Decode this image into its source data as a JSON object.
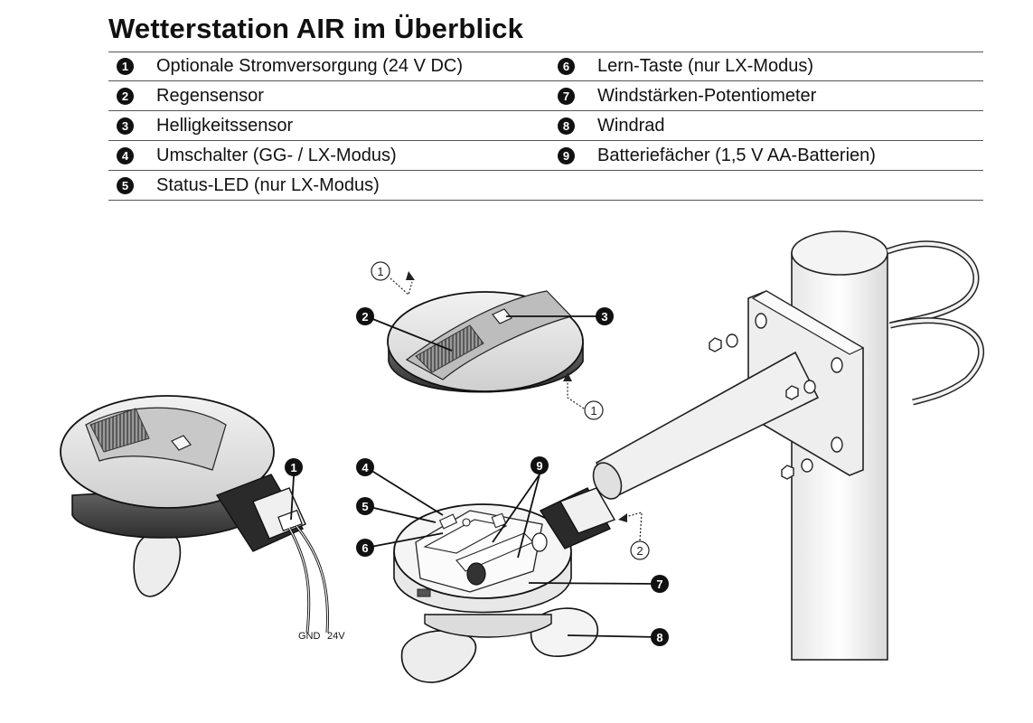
{
  "title": "Wetterstation AIR im Überblick",
  "legend": [
    {
      "num": "1",
      "text": "Optionale Stromversorgung (24 V DC)"
    },
    {
      "num": "2",
      "text": "Regensensor"
    },
    {
      "num": "3",
      "text": "Helligkeitssensor"
    },
    {
      "num": "4",
      "text": "Umschalter (GG- / LX-Modus)"
    },
    {
      "num": "5",
      "text": "Status-LED (nur LX-Modus)"
    },
    {
      "num": "6",
      "text": "Lern-Taste (nur LX-Modus)"
    },
    {
      "num": "7",
      "text": "Windstärken-Potentiometer"
    },
    {
      "num": "8",
      "text": "Windrad"
    },
    {
      "num": "9",
      "text": "Batteriefächer (1,5 V AA-Batterien)"
    }
  ],
  "diagram": {
    "callouts": [
      "1",
      "2",
      "3",
      "4",
      "5",
      "6",
      "7",
      "8",
      "9"
    ],
    "steps": [
      "1",
      "1",
      "2"
    ],
    "wire_labels": {
      "gnd": "GND",
      "v24": "24V"
    }
  }
}
